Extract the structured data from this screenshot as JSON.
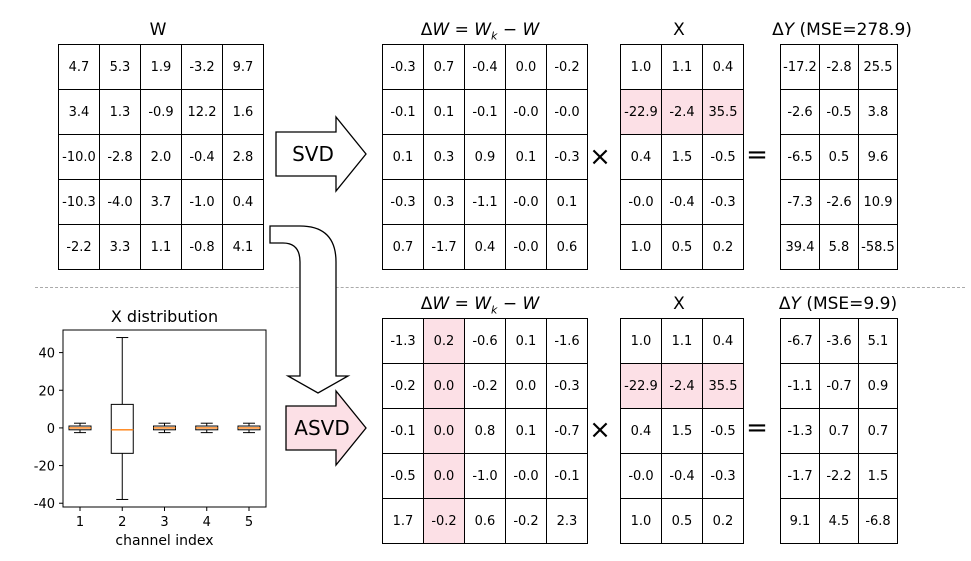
{
  "colors": {
    "highlight": "#fce0e6",
    "asvd_arrow_fill": "#fce0e6",
    "median": "#ff7f0e"
  },
  "W": {
    "title": "W",
    "cells": [
      [
        "4.7",
        "5.3",
        "1.9",
        "-3.2",
        "9.7"
      ],
      [
        "3.4",
        "1.3",
        "-0.9",
        "12.2",
        "1.6"
      ],
      [
        "-10.0",
        "-2.8",
        "2.0",
        "-0.4",
        "2.8"
      ],
      [
        "-10.3",
        "-4.0",
        "3.7",
        "-1.0",
        "0.4"
      ],
      [
        "-2.2",
        "3.3",
        "1.1",
        "-0.8",
        "4.1"
      ]
    ]
  },
  "svd": {
    "arrow_label": "SVD",
    "dW": {
      "cells": [
        [
          "-0.3",
          "0.7",
          "-0.4",
          "0.0",
          "-0.2"
        ],
        [
          "-0.1",
          "0.1",
          "-0.1",
          "-0.0",
          "-0.0"
        ],
        [
          "0.1",
          "0.3",
          "0.9",
          "0.1",
          "-0.3"
        ],
        [
          "-0.3",
          "0.3",
          "-1.1",
          "-0.0",
          "0.1"
        ],
        [
          "0.7",
          "-1.7",
          "0.4",
          "-0.0",
          "0.6"
        ]
      ],
      "highlight_col": null,
      "highlight_row": null
    },
    "X": {
      "title": "X",
      "cells": [
        [
          "1.0",
          "1.1",
          "0.4"
        ],
        [
          "-22.9",
          "-2.4",
          "35.5"
        ],
        [
          "0.4",
          "1.5",
          "-0.5"
        ],
        [
          "-0.0",
          "-0.4",
          "-0.3"
        ],
        [
          "1.0",
          "0.5",
          "0.2"
        ]
      ],
      "highlight_col": null,
      "highlight_row": 1
    },
    "dY": {
      "title_suffix": " (MSE=278.9)",
      "cells": [
        [
          "-17.2",
          "-2.8",
          "25.5"
        ],
        [
          "-2.6",
          "-0.5",
          "3.8"
        ],
        [
          "-6.5",
          "0.5",
          "9.6"
        ],
        [
          "-7.3",
          "-2.6",
          "10.9"
        ],
        [
          "39.4",
          "5.8",
          "-58.5"
        ]
      ],
      "highlight_col": null,
      "highlight_row": null
    },
    "times": "×",
    "equals": "="
  },
  "asvd": {
    "arrow_label": "ASVD",
    "dW": {
      "cells": [
        [
          "-1.3",
          "0.2",
          "-0.6",
          "0.1",
          "-1.6"
        ],
        [
          "-0.2",
          "0.0",
          "-0.2",
          "0.0",
          "-0.3"
        ],
        [
          "-0.1",
          "0.0",
          "0.8",
          "0.1",
          "-0.7"
        ],
        [
          "-0.5",
          "0.0",
          "-1.0",
          "-0.0",
          "-0.1"
        ],
        [
          "1.7",
          "-0.2",
          "0.6",
          "-0.2",
          "2.3"
        ]
      ],
      "highlight_col": 1,
      "highlight_row": null
    },
    "X": {
      "title": "X",
      "cells": [
        [
          "1.0",
          "1.1",
          "0.4"
        ],
        [
          "-22.9",
          "-2.4",
          "35.5"
        ],
        [
          "0.4",
          "1.5",
          "-0.5"
        ],
        [
          "-0.0",
          "-0.4",
          "-0.3"
        ],
        [
          "1.0",
          "0.5",
          "0.2"
        ]
      ],
      "highlight_col": null,
      "highlight_row": 1
    },
    "dY": {
      "title_suffix": " (MSE=9.9)",
      "cells": [
        [
          "-6.7",
          "-3.6",
          "5.1"
        ],
        [
          "-1.1",
          "-0.7",
          "0.9"
        ],
        [
          "-1.3",
          "0.7",
          "0.7"
        ],
        [
          "-1.7",
          "-2.2",
          "1.5"
        ],
        [
          "9.1",
          "4.5",
          "-6.8"
        ]
      ],
      "highlight_col": null,
      "highlight_row": null
    },
    "times": "×",
    "equals": "="
  },
  "dW_title": {
    "delta": "Δ",
    "lhs": "W",
    "eq": " = ",
    "wk": "W",
    "k": "k",
    "minus": " − ",
    "rhs": "W"
  },
  "dY_title": {
    "delta": "Δ",
    "y": "Y"
  },
  "chart_data": {
    "type": "box",
    "title": "X distribution",
    "xlabel": "channel index",
    "ylabel": "",
    "categories": [
      "1",
      "2",
      "3",
      "4",
      "5"
    ],
    "boxes": [
      {
        "q1": -1,
        "median": 0,
        "q3": 1,
        "whisker_low": -2.5,
        "whisker_high": 2.5
      },
      {
        "q1": -13.5,
        "median": -1,
        "q3": 12.5,
        "whisker_low": -38,
        "whisker_high": 48
      },
      {
        "q1": -1,
        "median": 0,
        "q3": 1,
        "whisker_low": -2.5,
        "whisker_high": 2.5
      },
      {
        "q1": -1,
        "median": 0,
        "q3": 1,
        "whisker_low": -2.5,
        "whisker_high": 2.5
      },
      {
        "q1": -1,
        "median": 0,
        "q3": 1,
        "whisker_low": -2.5,
        "whisker_high": 2.5
      }
    ],
    "yticks": [
      -40,
      -20,
      0,
      20,
      40
    ],
    "ylim": [
      -42,
      52
    ],
    "grid": false
  }
}
